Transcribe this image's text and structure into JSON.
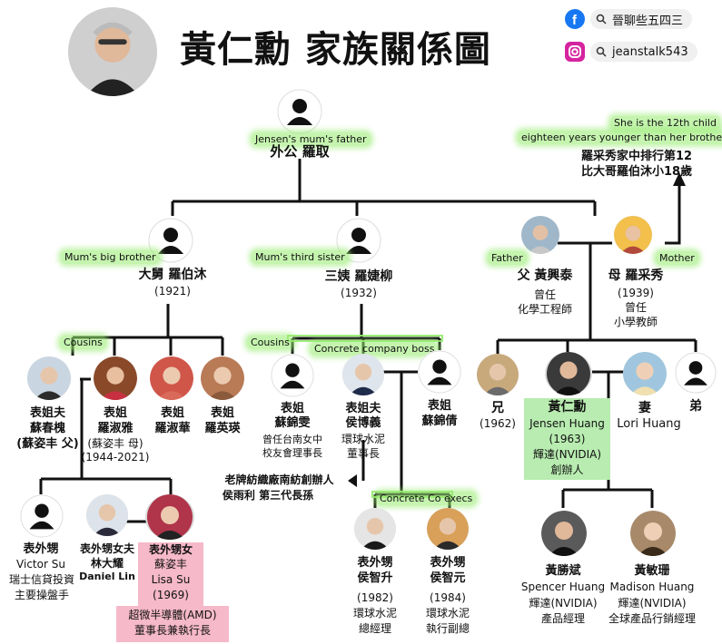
{
  "title": "黃仁勳 家族關係圖",
  "social": {
    "facebook": "晉聊些五四三",
    "instagram": "jeanstalk543"
  },
  "grandfather": {
    "tag": "Jensen's mum's father",
    "name": "外公 羅取"
  },
  "note": {
    "en1": "She is the 12th child",
    "en2": "eighteen years younger than her brother",
    "zh1": "羅采秀家中排行第12",
    "zh2": "比大哥羅伯沐小18歲"
  },
  "uncle": {
    "tag": "Mum's big brother",
    "name": "大舅 羅伯沐",
    "year": "(1921)"
  },
  "aunt": {
    "tag": "Mum's third sister",
    "name": "三姨 羅婕柳",
    "year": "(1932)"
  },
  "father": {
    "tag": "Father",
    "name": "父 黃興泰",
    "d1": "曾任",
    "d2": "化學工程師"
  },
  "mother": {
    "tag": "Mother",
    "name": "母 羅采秀",
    "year": "(1939)",
    "d1": "曾任",
    "d2": "小學教師"
  },
  "tags": {
    "cousins1": "Cousins",
    "cousins2": "Cousins",
    "concrete_boss": "Concrete company boss",
    "concrete_execs": "Concrete Co execs"
  },
  "cousins_left": [
    {
      "l1": "表姐夫",
      "l2": "蘇春槐",
      "l3": "(蘇姿丰 父)"
    },
    {
      "l1": "表姐",
      "l2": "羅淑雅",
      "l3": "(蘇姿丰 母)",
      "l4": "(1944-2021)"
    },
    {
      "l1": "表姐",
      "l2": "羅淑華"
    },
    {
      "l1": "表姐",
      "l2": "羅英瑛"
    }
  ],
  "cousins_mid": [
    {
      "l1": "表姐",
      "l2": "蘇錦雯",
      "l3": "曾任台南女中",
      "l4": "校友會理事長"
    },
    {
      "l1": "表姐夫",
      "l2": "侯博義",
      "l3": "環球水泥",
      "l4": "董事長"
    },
    {
      "l1": "表姐",
      "l2": "蘇錦倩"
    }
  ],
  "hou_note": {
    "l1": "老牌紡織廠南紡創辦人",
    "l2": "侯雨利 第三代長孫"
  },
  "siblings": {
    "brother": {
      "l1": "兄",
      "l2": "(1962)"
    },
    "jensen": {
      "l1": "黃仁勳",
      "l2": "Jensen Huang",
      "l3": "(1963)",
      "l4": "輝達(NVIDIA)",
      "l5": "創辦人"
    },
    "wife": {
      "l1": "妻",
      "l2": "Lori Huang"
    },
    "younger": {
      "l1": "弟"
    }
  },
  "next_gen_su": [
    {
      "l1": "表外甥",
      "l2": "Victor Su",
      "l3": "瑞士信貸投資",
      "l4": "主要操盤手"
    },
    {
      "l1": "表外甥女夫",
      "l2": "林大耀",
      "l3": "Daniel Lin"
    },
    {
      "l1": "表外甥女",
      "l2": "蘇姿丰",
      "l3": "Lisa Su",
      "l4": "(1969)",
      "l5": "超微半導體(AMD)",
      "l6": "董事長兼執行長"
    }
  ],
  "next_gen_hou": [
    {
      "l1": "表外甥",
      "l2": "侯智升",
      "l3": "(1982)",
      "l4": "環球水泥",
      "l5": "總經理"
    },
    {
      "l1": "表外甥",
      "l2": "侯智元",
      "l3": "(1984)",
      "l4": "環球水泥",
      "l5": "執行副總"
    }
  ],
  "children": [
    {
      "l1": "黃勝斌",
      "l2": "Spencer Huang",
      "l3": "輝達(NVIDIA)",
      "l4": "產品經理"
    },
    {
      "l1": "黃敏珊",
      "l2": "Madison Huang",
      "l3": "輝達(NVIDIA)",
      "l4": "全球產品行銷經理"
    }
  ],
  "colors": {
    "highlight_green": "#96eb6e",
    "highlight_pink": "#f6b9c9",
    "line": "#111111"
  },
  "icons": [
    "facebook-icon",
    "instagram-icon",
    "search-icon",
    "person-silhouette-icon",
    "arrow-icon"
  ]
}
